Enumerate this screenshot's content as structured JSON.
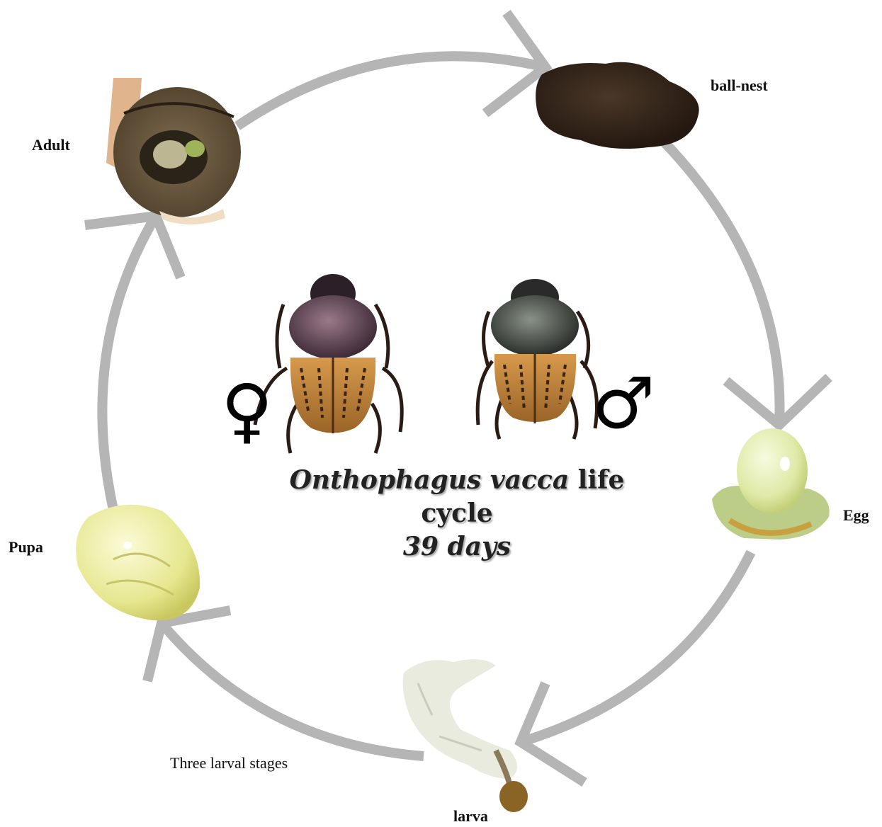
{
  "labels": {
    "adult": "Adult",
    "ball_nest": "ball-nest",
    "egg": "Egg",
    "larva": "larva",
    "three_larval_stages": "Three larval stages",
    "pupa": "Pupa"
  },
  "title": {
    "species": "Onthophagus vacca",
    "suffix1": " life",
    "line2": "cycle",
    "line3": "39 days"
  },
  "symbols": {
    "female": "♀",
    "male": "♂"
  },
  "colors": {
    "arrow": "#b5b5b5",
    "ball_nest": "#3a2a1e",
    "egg": "#e6eeb0",
    "pupa": "#e8ea9a",
    "larva": "#e9ebdf",
    "adult_ball": "#6b5a3e"
  }
}
